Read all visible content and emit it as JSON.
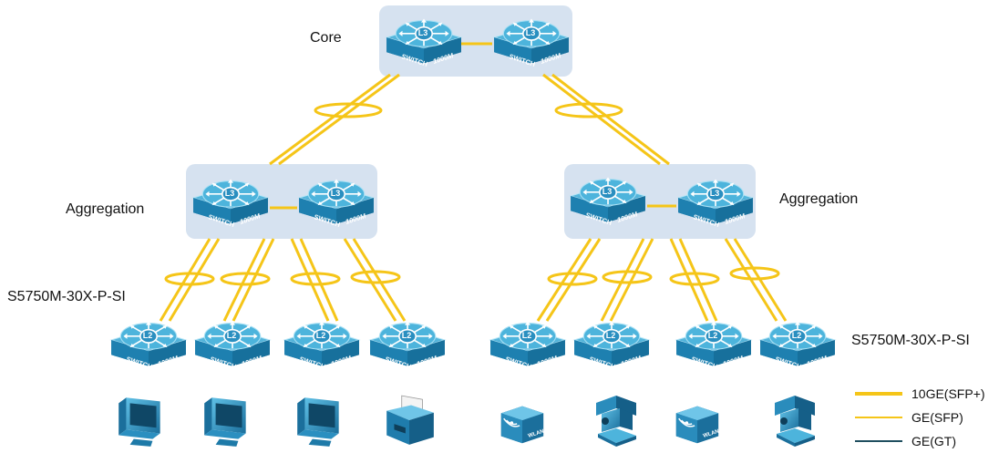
{
  "labels": {
    "core": "Core",
    "aggregation_left": "Aggregation",
    "aggregation_right": "Aggregation",
    "model_left": "S5750M-30X-P-SI",
    "model_right": "S5750M-30X-P-SI"
  },
  "switch_text": {
    "l3_badge": "L3",
    "l2_badge": "L2",
    "brand": "SWITCH",
    "speed": "1000M"
  },
  "device_badge": {
    "ap": "WLAN"
  },
  "legend": {
    "items": [
      {
        "label": "10GE(SFP+)",
        "color": "#F5C518"
      },
      {
        "label": "GE(SFP)",
        "color": "#F5C518"
      },
      {
        "label": "GE(GT)",
        "color": "#1F4E5F"
      }
    ]
  },
  "colors": {
    "group_bg": "#D6E2F0",
    "switch_top": "#4FB3D9",
    "switch_side": "#1E7FAE",
    "link_yellow": "#F5C518"
  },
  "devices": [
    "pc-icon",
    "pc-icon",
    "pc-icon",
    "printer-icon",
    "ap-icon",
    "camera-icon",
    "ap-icon",
    "camera-icon"
  ]
}
